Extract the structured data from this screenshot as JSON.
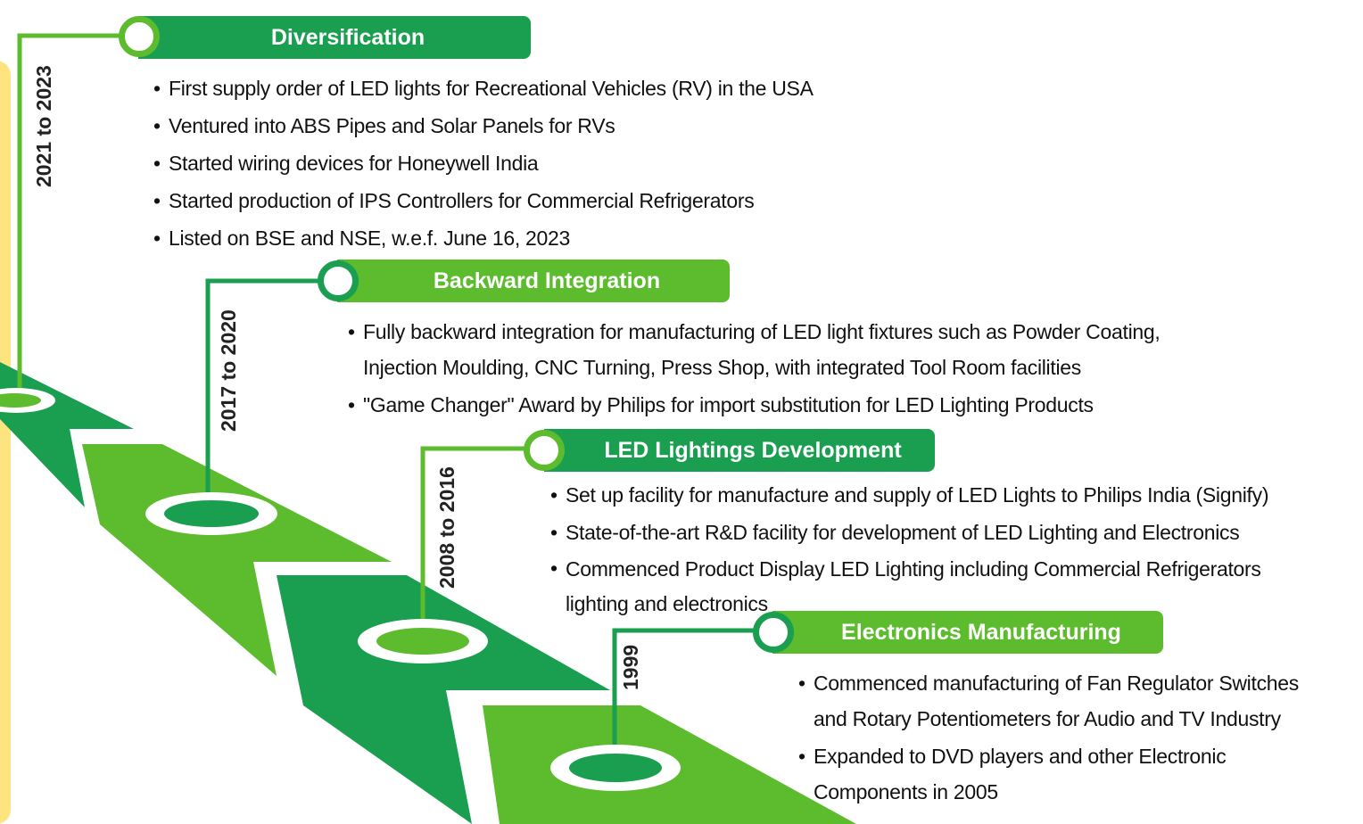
{
  "colors": {
    "dark_green": "#1a9e50",
    "light_green": "#5dbb2e",
    "yellow": "#fde47f"
  },
  "milestones": [
    {
      "period": "2021 to 2023",
      "title": "Diversification",
      "items": [
        {
          "lines": [
            "First supply order of LED lights for Recreational Vehicles (RV) in the USA"
          ]
        },
        {
          "lines": [
            "Ventured into ABS Pipes and Solar Panels for RVs"
          ]
        },
        {
          "lines": [
            "Started wiring devices for Honeywell India"
          ]
        },
        {
          "lines": [
            "Started production of IPS Controllers for Commercial Refrigerators"
          ]
        },
        {
          "lines": [
            "Listed on BSE and NSE, w.e.f. June 16, 2023"
          ]
        }
      ]
    },
    {
      "period": "2017 to 2020",
      "title": "Backward Integration",
      "items": [
        {
          "lines": [
            "Fully backward integration for manufacturing of LED light fixtures such as Powder Coating,",
            "Injection Moulding, CNC Turning, Press Shop, with integrated Tool Room facilities"
          ]
        },
        {
          "lines": [
            "\"Game Changer\" Award by Philips for import substitution for LED Lighting Products"
          ]
        }
      ]
    },
    {
      "period": "2008 to 2016",
      "title": "LED Lightings Development",
      "items": [
        {
          "lines": [
            "Set up facility for manufacture and supply of LED Lights to Philips India (Signify)"
          ]
        },
        {
          "lines": [
            "State-of-the-art R&D facility for development of LED Lighting and Electronics"
          ]
        },
        {
          "lines": [
            "Commenced Product Display LED Lighting including Commercial Refrigerators",
            "lighting and electronics"
          ]
        }
      ]
    },
    {
      "period": "1999",
      "title": "Electronics Manufacturing",
      "items": [
        {
          "lines": [
            "Commenced manufacturing of Fan Regulator Switches",
            "and Rotary Potentiometers for Audio and TV Industry"
          ]
        },
        {
          "lines": [
            "Expanded to DVD players and other Electronic",
            "Components in 2005"
          ]
        }
      ]
    }
  ]
}
